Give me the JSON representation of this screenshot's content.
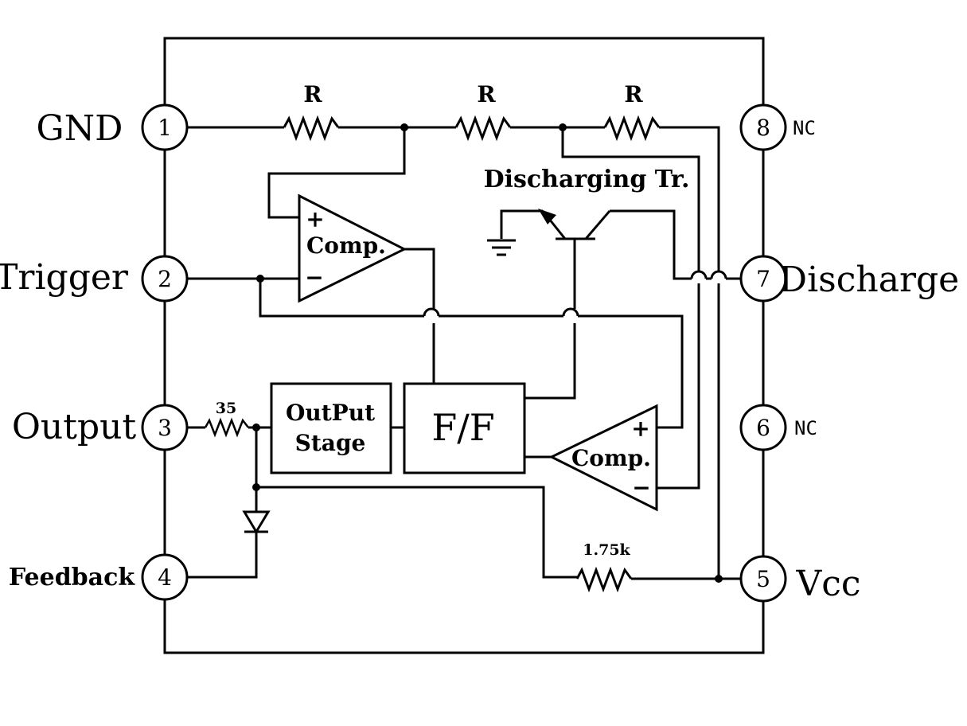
{
  "diagram": {
    "pins": [
      {
        "number": "1",
        "label": "GND"
      },
      {
        "number": "2",
        "label": "Trigger"
      },
      {
        "number": "3",
        "label": "Output"
      },
      {
        "number": "4",
        "label": "Feedback"
      },
      {
        "number": "5",
        "label": "Vcc"
      },
      {
        "number": "6",
        "label": "NC"
      },
      {
        "number": "7",
        "label": "Discharge"
      },
      {
        "number": "8",
        "label": "NC"
      }
    ],
    "resistors": {
      "divider_1": "R",
      "divider_2": "R",
      "divider_3": "R",
      "output": "35",
      "vcc": "1.75k"
    },
    "blocks": {
      "output_stage_line1": "OutPut",
      "output_stage_line2": "Stage",
      "flip_flop": "F/F",
      "comparator_upper": "Comp.",
      "comparator_lower": "Comp."
    },
    "signs": {
      "plus": "+",
      "minus": "−"
    },
    "transistor_label": "Discharging Tr."
  }
}
